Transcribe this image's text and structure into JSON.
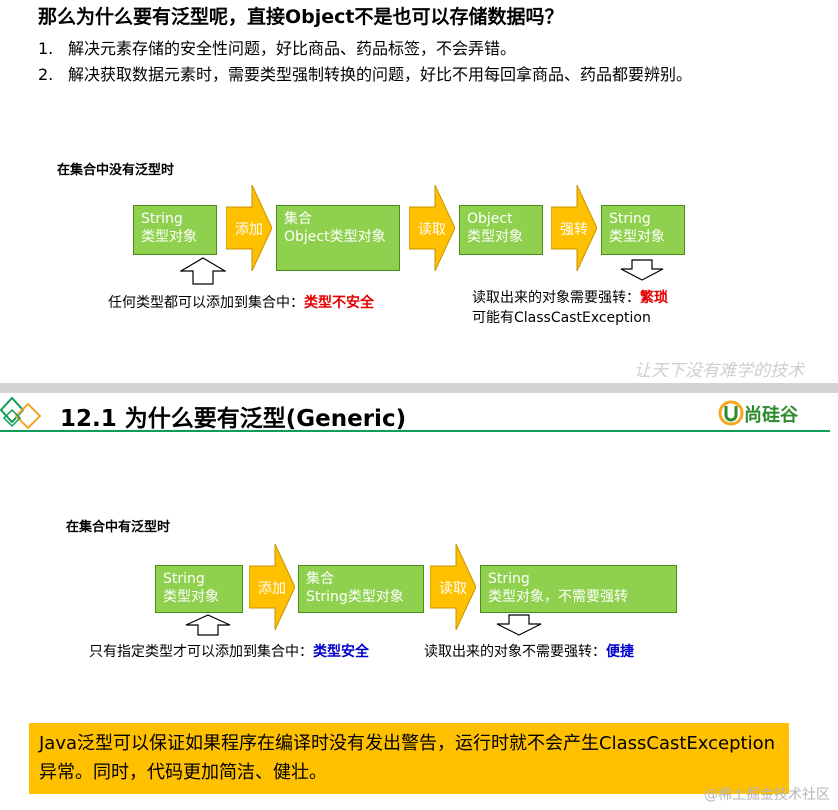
{
  "slide1": {
    "title": "那么为什么要有泛型呢，直接Object不是也可以存储数据吗？",
    "points": [
      {
        "num": "1.",
        "text": "解决元素存储的安全性问题，好比商品、药品标签，不会弄错。"
      },
      {
        "num": "2.",
        "text": "解决获取数据元素时，需要类型强制转换的问题，好比不用每回拿商品、药品都要辨别。"
      }
    ],
    "diagram_caption": "在集合中没有泛型时",
    "boxes": {
      "string_obj_1": "String\n类型对象",
      "collection": "集合\nObject类型对象",
      "object_obj": "Object\n类型对象",
      "string_obj_2": "String\n类型对象"
    },
    "arrows": {
      "add": "添加",
      "read": "读取",
      "cast": "强转"
    },
    "note_left_prefix": "任何类型都可以添加到集合中：",
    "note_left_emph": "类型不安全",
    "note_right_prefix": "读取出来的对象需要强转：",
    "note_right_emph": "繁琐",
    "note_right_line2": "可能有ClassCastException",
    "watermark": "让天下没有难学的技术"
  },
  "slide2": {
    "title": "12.1 为什么要有泛型(Generic)",
    "logo_text": "尚硅谷",
    "diagram_caption": "在集合中有泛型时",
    "boxes": {
      "string_obj": "String\n类型对象",
      "collection": "集合\nString类型对象",
      "result": "String\n类型对象，不需要强转"
    },
    "arrows": {
      "add": "添加",
      "read": "读取"
    },
    "note_left_prefix": "只有指定类型才可以添加到集合中：",
    "note_left_emph": "类型安全",
    "note_right_prefix": "读取出来的对象不需要强转：",
    "note_right_emph": "便捷",
    "summary": "Java泛型可以保证如果程序在编译时没有发出警告，运行时就不会产生ClassCastException异常。同时，代码更加简洁、健壮。"
  },
  "site_watermark": "@稀土掘金技术社区",
  "colors": {
    "box": "#8fd14f",
    "arrow": "#ffc000",
    "emph_red": "#e60000",
    "emph_blue": "#0000cc",
    "summary_bg": "#ffc000",
    "brand_green": "#0e9d58"
  }
}
